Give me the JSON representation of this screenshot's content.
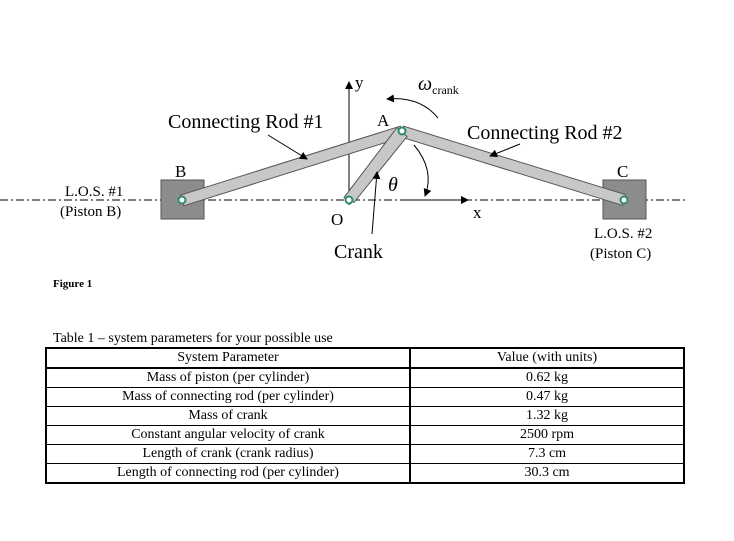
{
  "figure": {
    "axis_y": "y",
    "axis_x": "x",
    "omega_symbol": "ω",
    "omega_subscript": "crank",
    "theta": "θ",
    "point_A": "A",
    "point_B": "B",
    "point_C": "C",
    "point_O": "O",
    "rod1_label": "Connecting Rod #1",
    "rod2_label": "Connecting Rod #2",
    "crank_label": "Crank",
    "los1_line1": "L.O.S. #1",
    "los1_line2": "(Piston B)",
    "los2_line1": "L.O.S. #2",
    "los2_line2": "(Piston C)",
    "caption": "Figure 1",
    "colors": {
      "link": "#c8c8c8",
      "piston": "#8c8c8c",
      "pin": "#2e8b6e",
      "outline": "#555555"
    }
  },
  "table": {
    "caption": "Table 1 – system parameters for your possible use",
    "headers": [
      "System Parameter",
      "Value (with units)"
    ],
    "rows": [
      [
        "Mass of piston (per cylinder)",
        "0.62 kg"
      ],
      [
        "Mass of connecting rod (per cylinder)",
        "0.47 kg"
      ],
      [
        "Mass of crank",
        "1.32 kg"
      ],
      [
        "Constant angular velocity of crank",
        "2500 rpm"
      ],
      [
        "Length of crank (crank radius)",
        "7.3 cm"
      ],
      [
        "Length of connecting rod (per cylinder)",
        "30.3 cm"
      ]
    ]
  }
}
